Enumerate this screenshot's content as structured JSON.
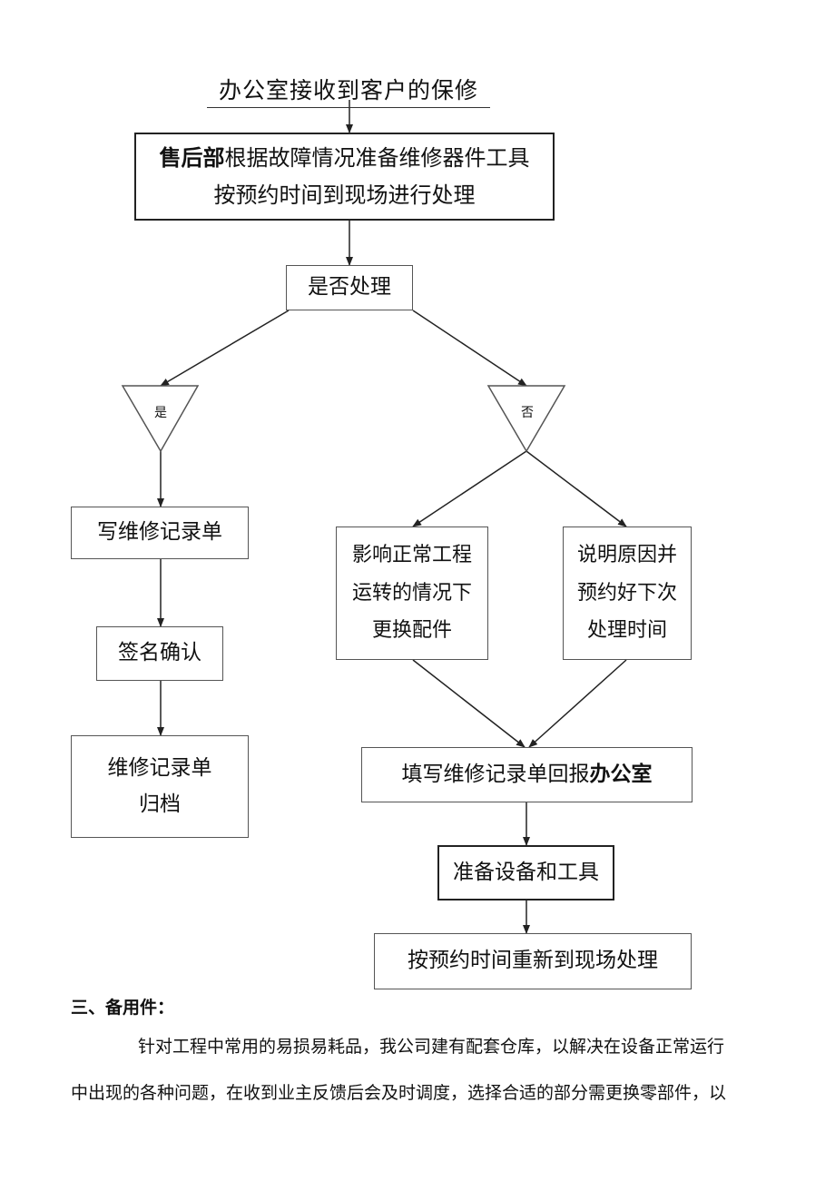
{
  "title": "办公室接收到客户的保修",
  "step1": {
    "dept": "售后部",
    "line1_rest": "根据故障情况准备维修器件工具",
    "line2": "按预约时间到现场进行处理"
  },
  "decision": "是否处理",
  "yes_label": "是",
  "no_label": "否",
  "left_branch": {
    "write_record": "写维修记录单",
    "sign_confirm": "签名确认",
    "archive_line1": "维修记录单",
    "archive_line2": "归档"
  },
  "right_branch": {
    "replace_line1": "影响正常工程",
    "replace_line2": "运转的情况下",
    "replace_line3": "更换配件",
    "explain_line1": "说明原因并",
    "explain_line2": "预约好下次",
    "explain_line3": "处理时间",
    "report_text": "填写维修记录单回报",
    "report_bold": "办公室",
    "prepare": "准备设备和工具",
    "revisit": "按预约时间重新到现场处理"
  },
  "section": {
    "heading": "三、备用件：",
    "line1": "针对工程中常用的易损易耗品，我公司建有配套仓库，以解决在设备正常运行",
    "line2": "中出现的各种问题，在收到业主反馈后会及时调度，选择合适的部分需更换零部件，以"
  }
}
